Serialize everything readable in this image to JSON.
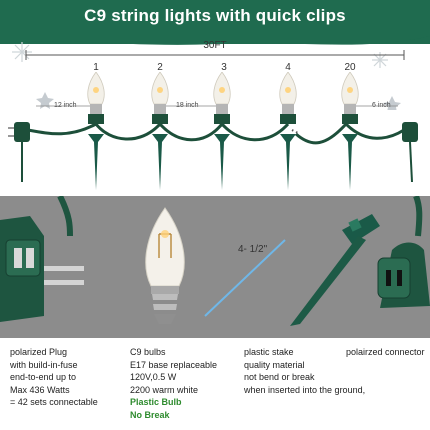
{
  "title": "C9 string lights with quick clips",
  "length_label": "30FT",
  "bulb_numbers": [
    "1",
    "2",
    "3",
    "4",
    "20"
  ],
  "spacing": {
    "lead_left": "12 inch",
    "between": "18 inch",
    "lead_right": "6 inch"
  },
  "stake_measure": "4- 1/2\"",
  "colors": {
    "banner": "#1f6b4f",
    "wire": "#1d4f3a",
    "stake": "#1a5a48",
    "panel": "#8c8c8c",
    "green_text": "#2e8b2e"
  },
  "captions": {
    "plug": [
      "polarized Plug",
      "with build-in-fuse",
      "end-to-end up to",
      "Max 436 Watts",
      "= 42 sets connectable"
    ],
    "bulb": [
      "C9 bulbs",
      "E17 base replaceable",
      "120V,0.5 W",
      "2200 warm white"
    ],
    "bulb_green": [
      "Plastic Bulb",
      "No Break"
    ],
    "stake": [
      "plastic stake",
      "quality material",
      "not bend or break",
      "when inserted into the ground,"
    ],
    "connector": [
      "polairzed connector"
    ]
  }
}
